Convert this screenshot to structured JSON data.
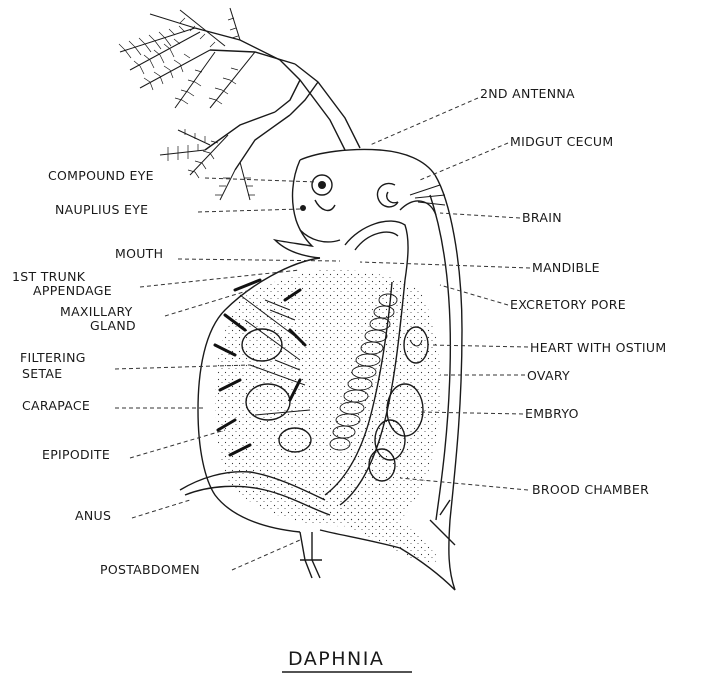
{
  "title": "DAPHNIA",
  "labels": {
    "second_antenna": "2ND ANTENNA",
    "midgut_cecum": "MIDGUT CECUM",
    "compound_eye": "COMPOUND EYE",
    "nauplius_eye": "NAUPLIUS EYE",
    "brain": "BRAIN",
    "mouth": "MOUTH",
    "mandible": "MANDIBLE",
    "first_trunk_appendage_1": "1ST TRUNK",
    "first_trunk_appendage_2": "APPENDAGE",
    "excretory_pore": "EXCRETORY PORE",
    "maxillary_gland_1": "MAXILLARY",
    "maxillary_gland_2": "GLAND",
    "heart_with_ostium": "HEART WITH OSTIUM",
    "filtering_setae_1": "FILTERING",
    "filtering_setae_2": "SETAE",
    "ovary": "OVARY",
    "carapace": "CARAPACE",
    "embryo": "EMBRYO",
    "epipodite": "EPIPODITE",
    "brood_chamber": "BROOD CHAMBER",
    "anus": "ANUS",
    "postabdomen": "POSTABDOMEN"
  }
}
